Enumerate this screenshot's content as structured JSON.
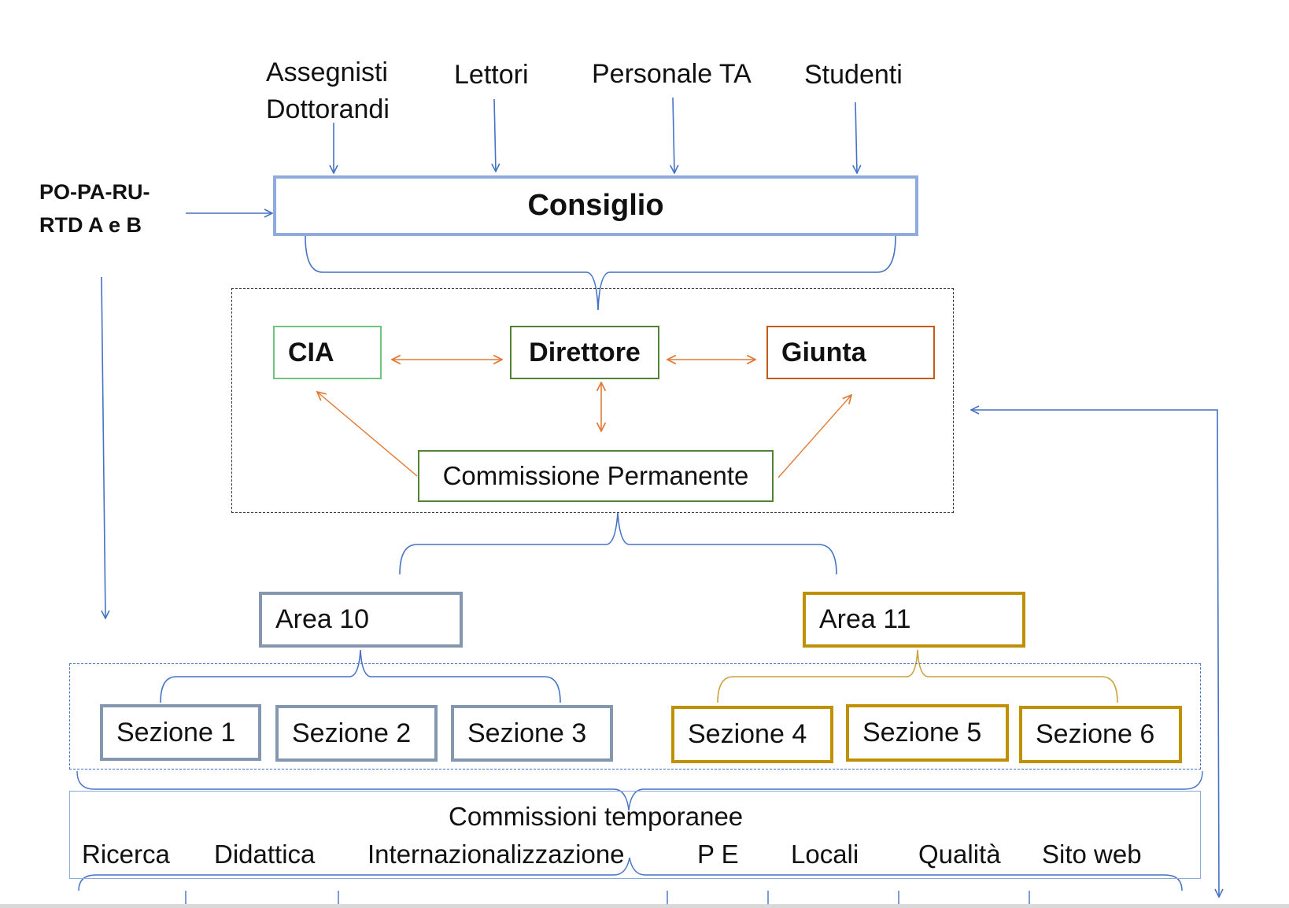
{
  "inputs": {
    "assegnisti": "Assegnisti",
    "dottorandi": "Dottorandi",
    "lettori": "Lettori",
    "personale_ta": "Personale TA",
    "studenti": "Studenti",
    "po_line1": "PO-PA-RU-",
    "po_line2": "RTD A e B"
  },
  "governance": {
    "consiglio": "Consiglio",
    "cia": "CIA",
    "direttore": "Direttore",
    "giunta": "Giunta",
    "commissione_permanente": "Commissione Permanente"
  },
  "areas": {
    "area10": "Area 10",
    "area11": "Area 11"
  },
  "sections": [
    "Sezione 1",
    "Sezione 2",
    "Sezione 3",
    "Sezione 4",
    "Sezione 5",
    "Sezione 6"
  ],
  "temporary": {
    "title": "Commissioni temporanee",
    "items": [
      "Ricerca",
      "Didattica",
      "Internazionalizzazione",
      "P E",
      "Locali",
      "Qualità",
      "Sito web"
    ]
  },
  "colors": {
    "blue_line": "#4472c4",
    "consiglio_border": "#8faadc",
    "cia_border": "#70c480",
    "direttore_border": "#548235",
    "giunta_border": "#c55a11",
    "orange_arrow": "#e07b39",
    "area10_border": "#8497b0",
    "area11_border": "#bf9000",
    "gold_line": "#c9a23a"
  }
}
